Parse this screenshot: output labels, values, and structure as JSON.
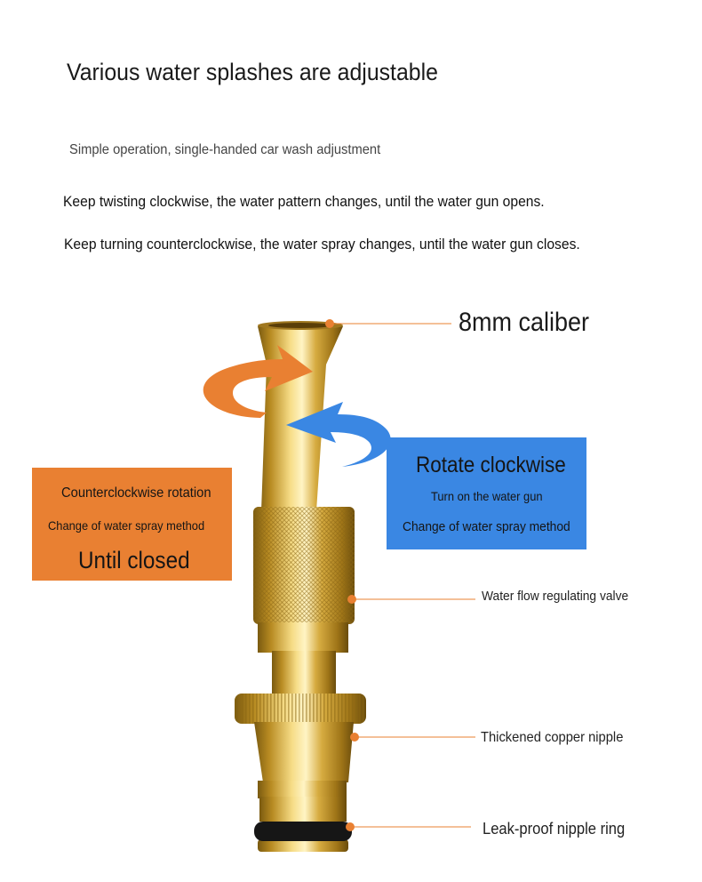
{
  "header": {
    "title": "Various water splashes are adjustable",
    "subtitle": "Simple operation, single-handed car wash adjustment",
    "line_clockwise": "Keep twisting clockwise, the water pattern changes, until the water gun opens.",
    "line_counterclockwise": "Keep turning counterclockwise, the water spray changes, until the water gun closes."
  },
  "callouts": {
    "caliber": "8mm caliber",
    "valve": "Water flow regulating valve",
    "nipple": "Thickened copper nipple",
    "ring": "Leak-proof nipple ring"
  },
  "counterclockwise_box": {
    "heading": "Counterclockwise rotation",
    "method": "Change of water spray method",
    "result": "Until closed"
  },
  "clockwise_box": {
    "heading": "Rotate clockwise",
    "action": "Turn on the water gun",
    "method": "Change of water spray method"
  },
  "colors": {
    "orange": "#e98032",
    "blue": "#3a87e3",
    "brass": "#d4a93c",
    "pointer": "#e98032"
  },
  "icons": {
    "counterclockwise_arrow": "orange-curved-arrow-icon",
    "clockwise_arrow": "blue-curved-arrow-icon"
  }
}
